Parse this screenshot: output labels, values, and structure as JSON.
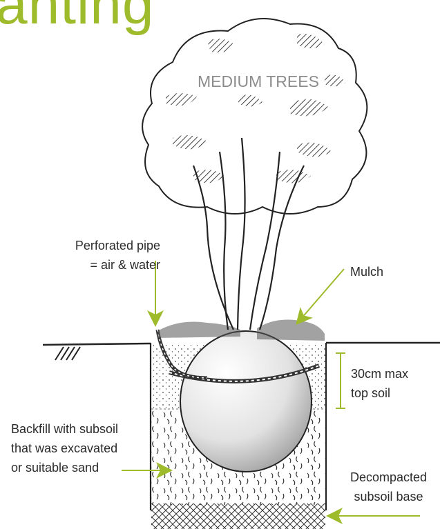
{
  "heading_fragment": "anting",
  "tree_label": "MEDIUM TREES",
  "labels": {
    "perforated_pipe": [
      "Perforated pipe",
      "= air & water"
    ],
    "mulch": "Mulch",
    "top_soil": [
      "30cm max",
      "top soil"
    ],
    "backfill": [
      "Backfill with subsoil",
      "that was excavated",
      "or suitable sand"
    ],
    "subsoil_base": [
      "Decompacted",
      "subsoil base"
    ]
  },
  "colors": {
    "heading": "#9dbb2a",
    "arrow": "#9dbb2a",
    "ink": "#2b2b2b",
    "tree_label": "#8c8c8c"
  }
}
